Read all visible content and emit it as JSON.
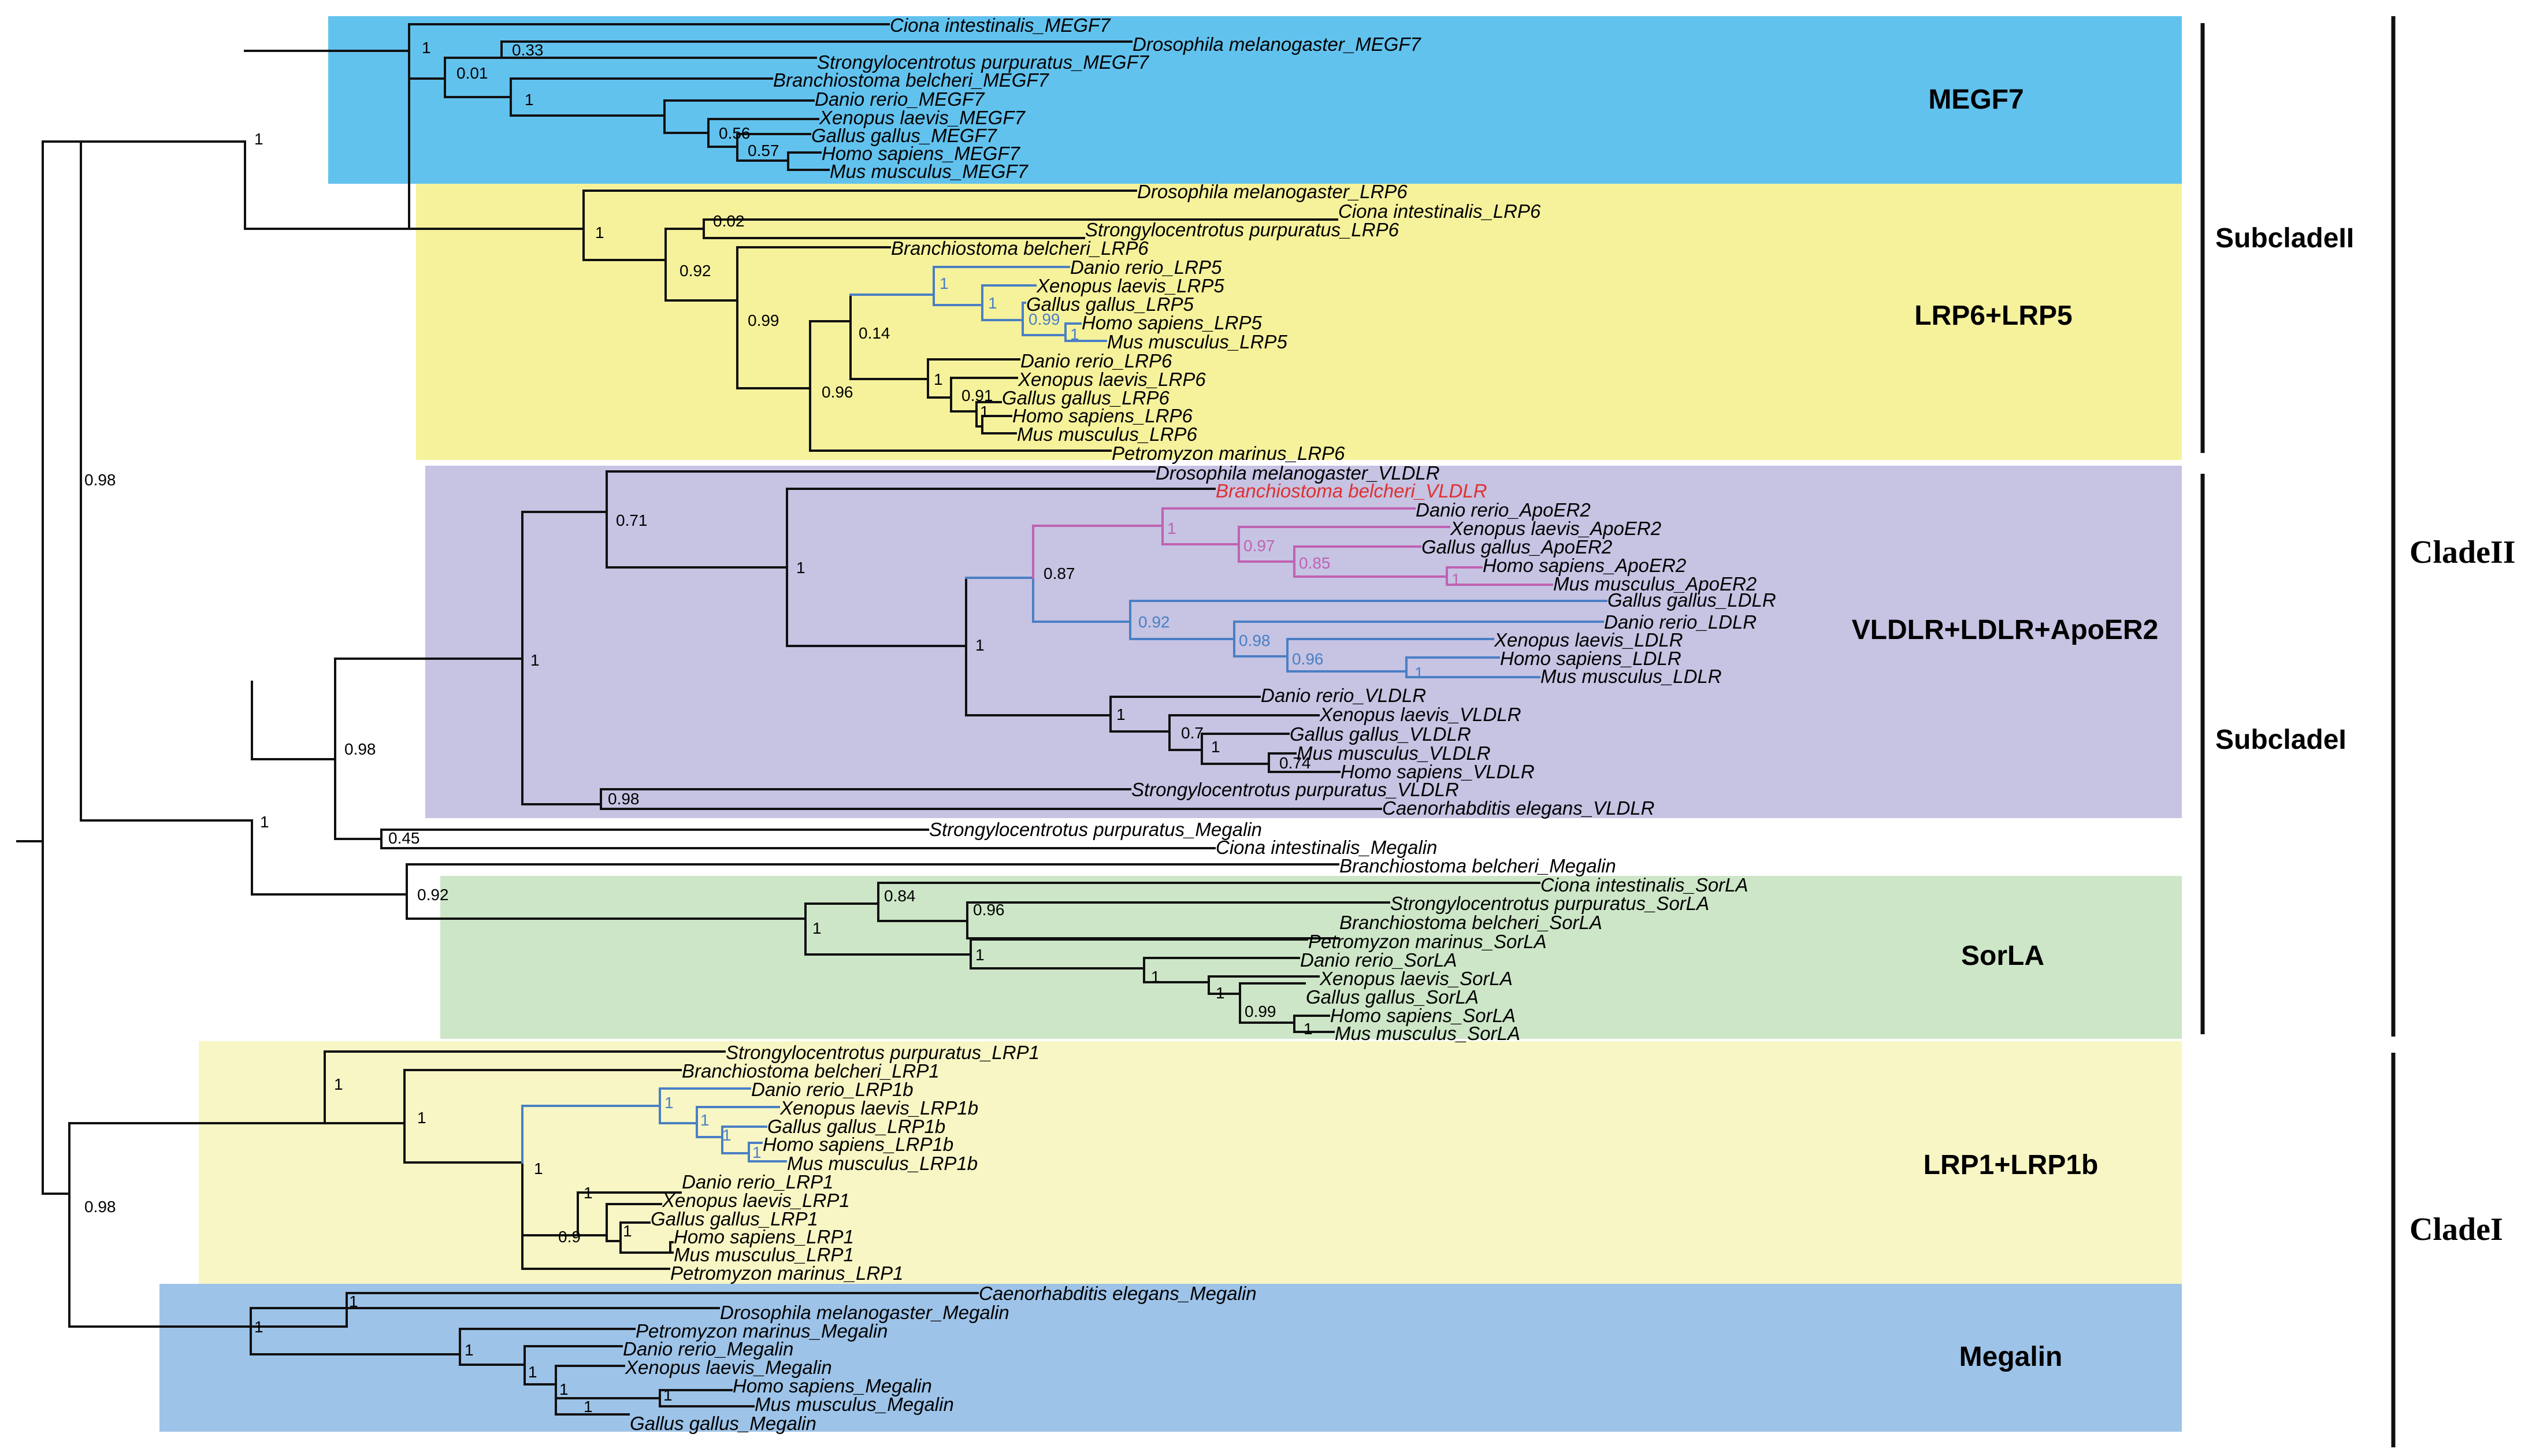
{
  "colors": {
    "megf7_box": "#62c2ee",
    "lrp65_box": "#f6f29b",
    "vldlr_box": "#c6c3e3",
    "sorla_box": "#cde6c7",
    "lrp1_box": "#f8f6c4",
    "megalin_box": "#9dc3e8",
    "branch_default": "#111111",
    "branch_blue": "#4a7fc4",
    "branch_pink": "#c062b2",
    "highlight_taxon": "#e03030"
  },
  "groups": {
    "megf7": "MEGF7",
    "lrp65": "LRP6+LRP5",
    "vldlr": "VLDLR+LDLR+ApoER2",
    "sorla": "SorLA",
    "lrp1": "LRP1+LRP1b",
    "megalin": "Megalin"
  },
  "subclades": {
    "two": "SubcladeII",
    "one": "SubcladeI"
  },
  "clades": {
    "two": "CladeII",
    "one": "CladeI"
  },
  "taxa": [
    "Ciona intestinalis_MEGF7",
    "Drosophila melanogaster_MEGF7",
    "Strongylocentrotus purpuratus_MEGF7",
    "Branchiostoma belcheri_MEGF7",
    "Danio rerio_MEGF7",
    "Xenopus laevis_MEGF7",
    "Gallus gallus_MEGF7",
    "Homo sapiens_MEGF7",
    "Mus musculus_MEGF7",
    "Drosophila melanogaster_LRP6",
    "Ciona intestinalis_LRP6",
    "Strongylocentrotus purpuratus_LRP6",
    "Branchiostoma belcheri_LRP6",
    "Danio rerio_LRP5",
    "Xenopus laevis_LRP5",
    "Gallus gallus_LRP5",
    "Homo sapiens_LRP5",
    "Mus musculus_LRP5",
    "Danio rerio_LRP6",
    "Xenopus laevis_LRP6",
    "Gallus gallus_LRP6",
    "Homo sapiens_LRP6",
    "Mus musculus_LRP6",
    "Petromyzon marinus_LRP6",
    "Drosophila melanogaster_VLDLR",
    "Branchiostoma belcheri_VLDLR",
    "Danio rerio_ApoER2",
    "Xenopus laevis_ApoER2",
    "Gallus gallus_ApoER2",
    "Homo sapiens_ApoER2",
    "Mus musculus_ApoER2",
    "Gallus gallus_LDLR",
    "Danio rerio_LDLR",
    "Xenopus laevis_LDLR",
    "Homo sapiens_LDLR",
    "Mus musculus_LDLR",
    "Danio rerio_VLDLR",
    "Xenopus laevis_VLDLR",
    "Gallus gallus_VLDLR",
    "Mus musculus_VLDLR",
    "Homo sapiens_VLDLR",
    "Strongylocentrotus purpuratus_VLDLR",
    "Caenorhabditis elegans_VLDLR",
    "Strongylocentrotus purpuratus_Megalin",
    "Ciona intestinalis_Megalin",
    "Branchiostoma belcheri_Megalin",
    "Ciona intestinalis_SorLA",
    "Strongylocentrotus purpuratus_SorLA",
    "Branchiostoma belcheri_SorLA",
    "Petromyzon marinus_SorLA",
    "Danio rerio_SorLA",
    "Xenopus laevis_SorLA",
    "Gallus gallus_SorLA",
    "Homo sapiens_SorLA",
    "Mus musculus_SorLA",
    "Strongylocentrotus purpuratus_LRP1",
    "Branchiostoma belcheri_LRP1",
    "Danio rerio_LRP1b",
    "Xenopus laevis_LRP1b",
    "Gallus gallus_LRP1b",
    "Homo sapiens_LRP1b",
    "Mus musculus_LRP1b",
    "Danio rerio_LRP1",
    "Xenopus laevis_LRP1",
    "Gallus gallus_LRP1",
    "Homo sapiens_LRP1",
    "Mus musculus_LRP1",
    "Petromyzon marinus_LRP1",
    "Caenorhabditis elegans_Megalin",
    "Drosophila melanogaster_Megalin",
    "Petromyzon marinus_Megalin",
    "Danio rerio_Megalin",
    "Xenopus laevis_Megalin",
    "Homo sapiens_Megalin",
    "Mus musculus_Megalin",
    "Gallus gallus_Megalin"
  ],
  "supports": [
    "0.98",
    "0.98",
    "0.98",
    "1",
    "0.01",
    "0.33",
    "1",
    "1",
    "0.56",
    "0.57",
    "1",
    "0.02",
    "0.92",
    "0.99",
    "0.14",
    "1",
    "1",
    "0.99",
    "1",
    "0.96",
    "1",
    "0.91",
    "1",
    "1",
    "0.71",
    "1",
    "0.87",
    "1",
    "0.97",
    "0.85",
    "1",
    "0.92",
    "0.98",
    "0.96",
    "1",
    "1",
    "1",
    "0.7",
    "1",
    "0.74",
    "0.98",
    "1",
    "0.45",
    "0.92",
    "1",
    "0.84",
    "0.96",
    "1",
    "1",
    "1",
    "0.99",
    "1",
    "1",
    "1",
    "1",
    "1",
    "1",
    "1",
    "1",
    "1",
    "0.9",
    "1",
    "1",
    "1",
    "1",
    "1",
    "1",
    "1",
    "1"
  ]
}
